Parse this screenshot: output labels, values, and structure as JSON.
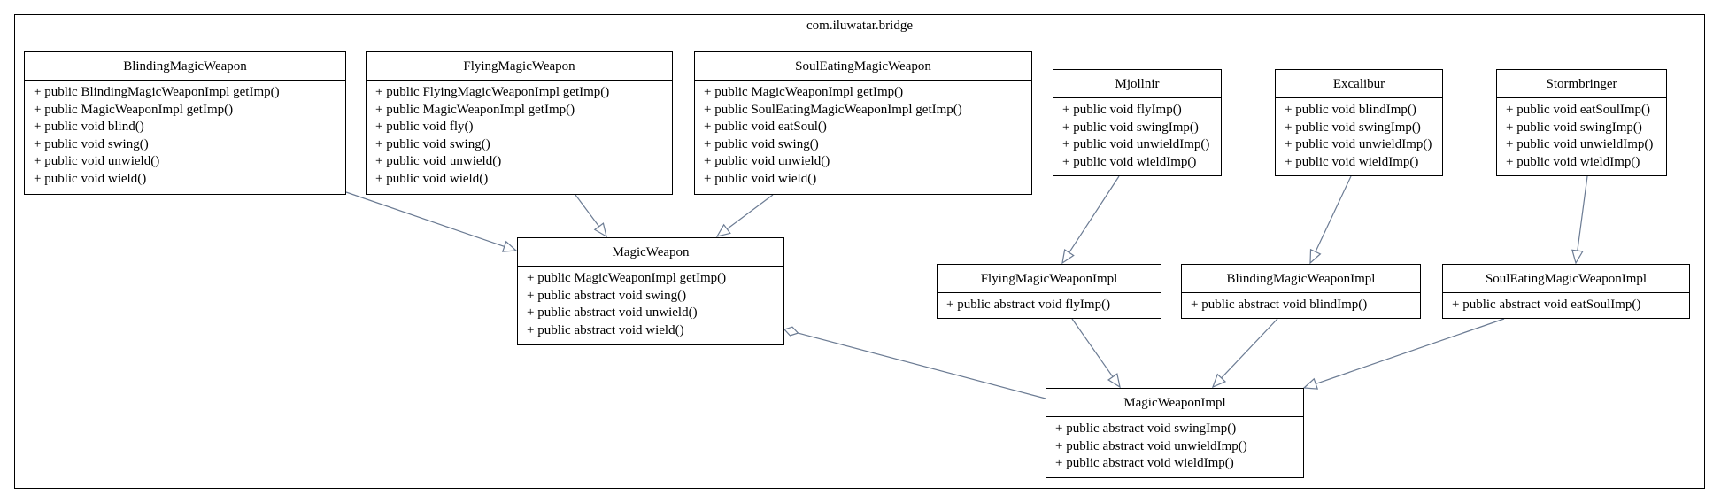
{
  "package": {
    "name": "com.iluwatar.bridge"
  },
  "classes": [
    {
      "id": "BlindingMagicWeapon",
      "name": "BlindingMagicWeapon",
      "members": [
        "+ public BlindingMagicWeaponImpl getImp()",
        "+ public MagicWeaponImpl getImp()",
        "+ public void blind()",
        "+ public void swing()",
        "+ public void unwield()",
        "+ public void wield()"
      ]
    },
    {
      "id": "FlyingMagicWeapon",
      "name": "FlyingMagicWeapon",
      "members": [
        "+ public FlyingMagicWeaponImpl getImp()",
        "+ public MagicWeaponImpl getImp()",
        "+ public void fly()",
        "+ public void swing()",
        "+ public void unwield()",
        "+ public void wield()"
      ]
    },
    {
      "id": "SoulEatingMagicWeapon",
      "name": "SoulEatingMagicWeapon",
      "members": [
        "+ public MagicWeaponImpl getImp()",
        "+ public SoulEatingMagicWeaponImpl getImp()",
        "+ public void eatSoul()",
        "+ public void swing()",
        "+ public void unwield()",
        "+ public void wield()"
      ]
    },
    {
      "id": "Mjollnir",
      "name": "Mjollnir",
      "members": [
        "+ public void flyImp()",
        "+ public void swingImp()",
        "+ public void unwieldImp()",
        "+ public void wieldImp()"
      ]
    },
    {
      "id": "Excalibur",
      "name": "Excalibur",
      "members": [
        "+ public void blindImp()",
        "+ public void swingImp()",
        "+ public void unwieldImp()",
        "+ public void wieldImp()"
      ]
    },
    {
      "id": "Stormbringer",
      "name": "Stormbringer",
      "members": [
        "+ public void eatSoulImp()",
        "+ public void swingImp()",
        "+ public void unwieldImp()",
        "+ public void wieldImp()"
      ]
    },
    {
      "id": "MagicWeapon",
      "name": "MagicWeapon",
      "members": [
        "+ public MagicWeaponImpl getImp()",
        "+ public abstract void swing()",
        "+ public abstract void unwield()",
        "+ public abstract void wield()"
      ]
    },
    {
      "id": "FlyingMagicWeaponImpl",
      "name": "FlyingMagicWeaponImpl",
      "members": [
        "+ public abstract void flyImp()"
      ]
    },
    {
      "id": "BlindingMagicWeaponImpl",
      "name": "BlindingMagicWeaponImpl",
      "members": [
        "+ public abstract void blindImp()"
      ]
    },
    {
      "id": "SoulEatingMagicWeaponImpl",
      "name": "SoulEatingMagicWeaponImpl",
      "members": [
        "+ public abstract void eatSoulImp()"
      ]
    },
    {
      "id": "MagicWeaponImpl",
      "name": "MagicWeaponImpl",
      "members": [
        "+ public abstract void swingImp()",
        "+ public abstract void unwieldImp()",
        "+ public abstract void wieldImp()"
      ]
    }
  ],
  "relations": [
    {
      "from": "BlindingMagicWeapon",
      "to": "MagicWeapon",
      "kind": "generalization"
    },
    {
      "from": "FlyingMagicWeapon",
      "to": "MagicWeapon",
      "kind": "generalization"
    },
    {
      "from": "SoulEatingMagicWeapon",
      "to": "MagicWeapon",
      "kind": "generalization"
    },
    {
      "from": "Mjollnir",
      "to": "FlyingMagicWeaponImpl",
      "kind": "generalization"
    },
    {
      "from": "Excalibur",
      "to": "BlindingMagicWeaponImpl",
      "kind": "generalization"
    },
    {
      "from": "Stormbringer",
      "to": "SoulEatingMagicWeaponImpl",
      "kind": "generalization"
    },
    {
      "from": "FlyingMagicWeaponImpl",
      "to": "MagicWeaponImpl",
      "kind": "generalization"
    },
    {
      "from": "BlindingMagicWeaponImpl",
      "to": "MagicWeaponImpl",
      "kind": "generalization"
    },
    {
      "from": "SoulEatingMagicWeaponImpl",
      "to": "MagicWeaponImpl",
      "kind": "generalization"
    },
    {
      "from": "MagicWeapon",
      "to": "MagicWeaponImpl",
      "kind": "aggregation"
    }
  ],
  "colors": {
    "edge": "#6b7b93",
    "border": "#000000",
    "background": "#ffffff"
  }
}
